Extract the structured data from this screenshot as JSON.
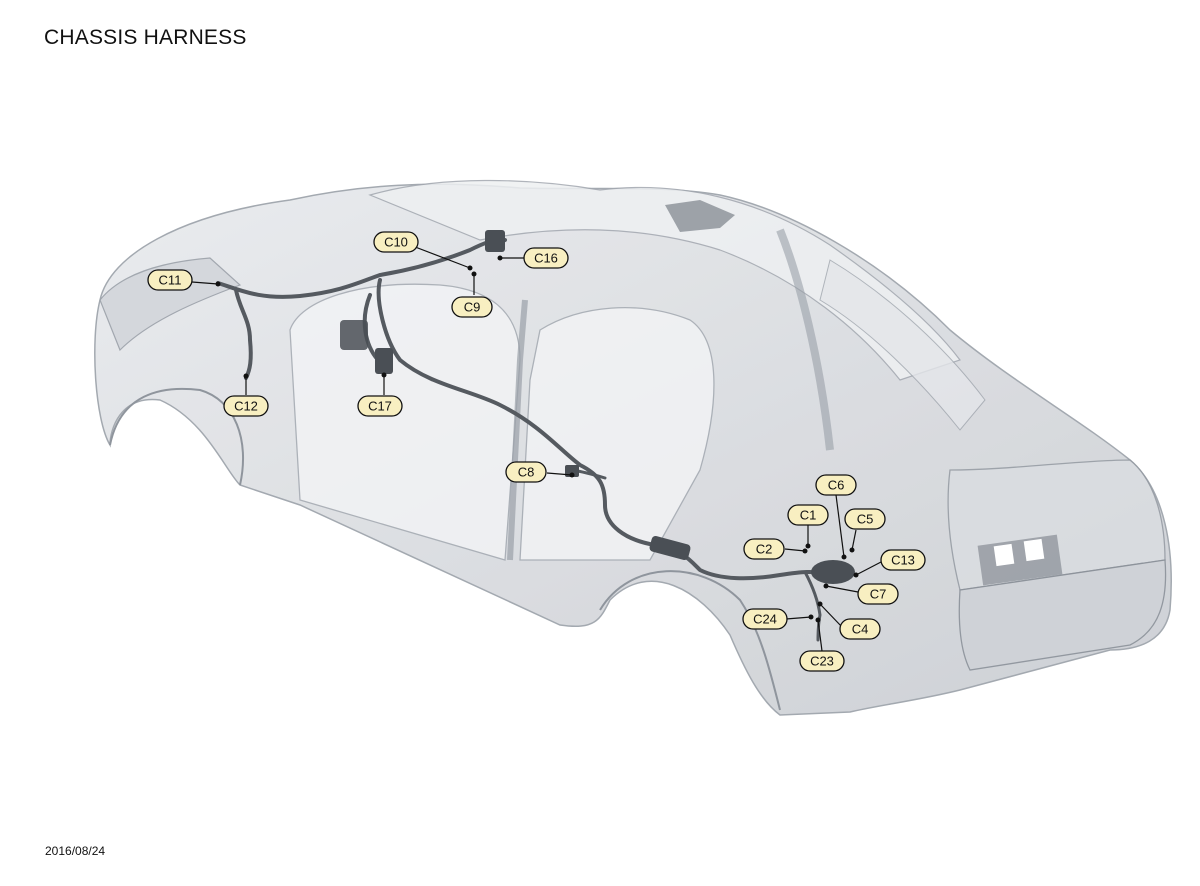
{
  "title": "CHASSIS HARNESS",
  "date": "2016/08/24",
  "connectors": [
    {
      "id": "C1",
      "label": "C1"
    },
    {
      "id": "C2",
      "label": "C2"
    },
    {
      "id": "C4",
      "label": "C4"
    },
    {
      "id": "C5",
      "label": "C5"
    },
    {
      "id": "C6",
      "label": "C6"
    },
    {
      "id": "C7",
      "label": "C7"
    },
    {
      "id": "C8",
      "label": "C8"
    },
    {
      "id": "C9",
      "label": "C9"
    },
    {
      "id": "C10",
      "label": "C10"
    },
    {
      "id": "C11",
      "label": "C11"
    },
    {
      "id": "C12",
      "label": "C12"
    },
    {
      "id": "C13",
      "label": "C13"
    },
    {
      "id": "C16",
      "label": "C16"
    },
    {
      "id": "C17",
      "label": "C17"
    },
    {
      "id": "C23",
      "label": "C23"
    },
    {
      "id": "C24",
      "label": "C24"
    }
  ],
  "colors": {
    "callout_fill": "#f8efc1",
    "body_fill": "#dfe1e5",
    "harness": "#555a60"
  }
}
